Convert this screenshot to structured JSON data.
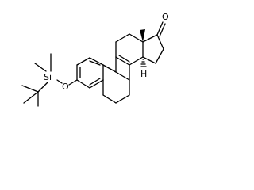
{
  "atoms": {
    "silicon": "Si",
    "ether_oxygen": "O",
    "ketone_oxygen": "O",
    "stereo_hydrogen": "H"
  },
  "colors": {
    "bond": "#000000",
    "background": "#ffffff"
  }
}
